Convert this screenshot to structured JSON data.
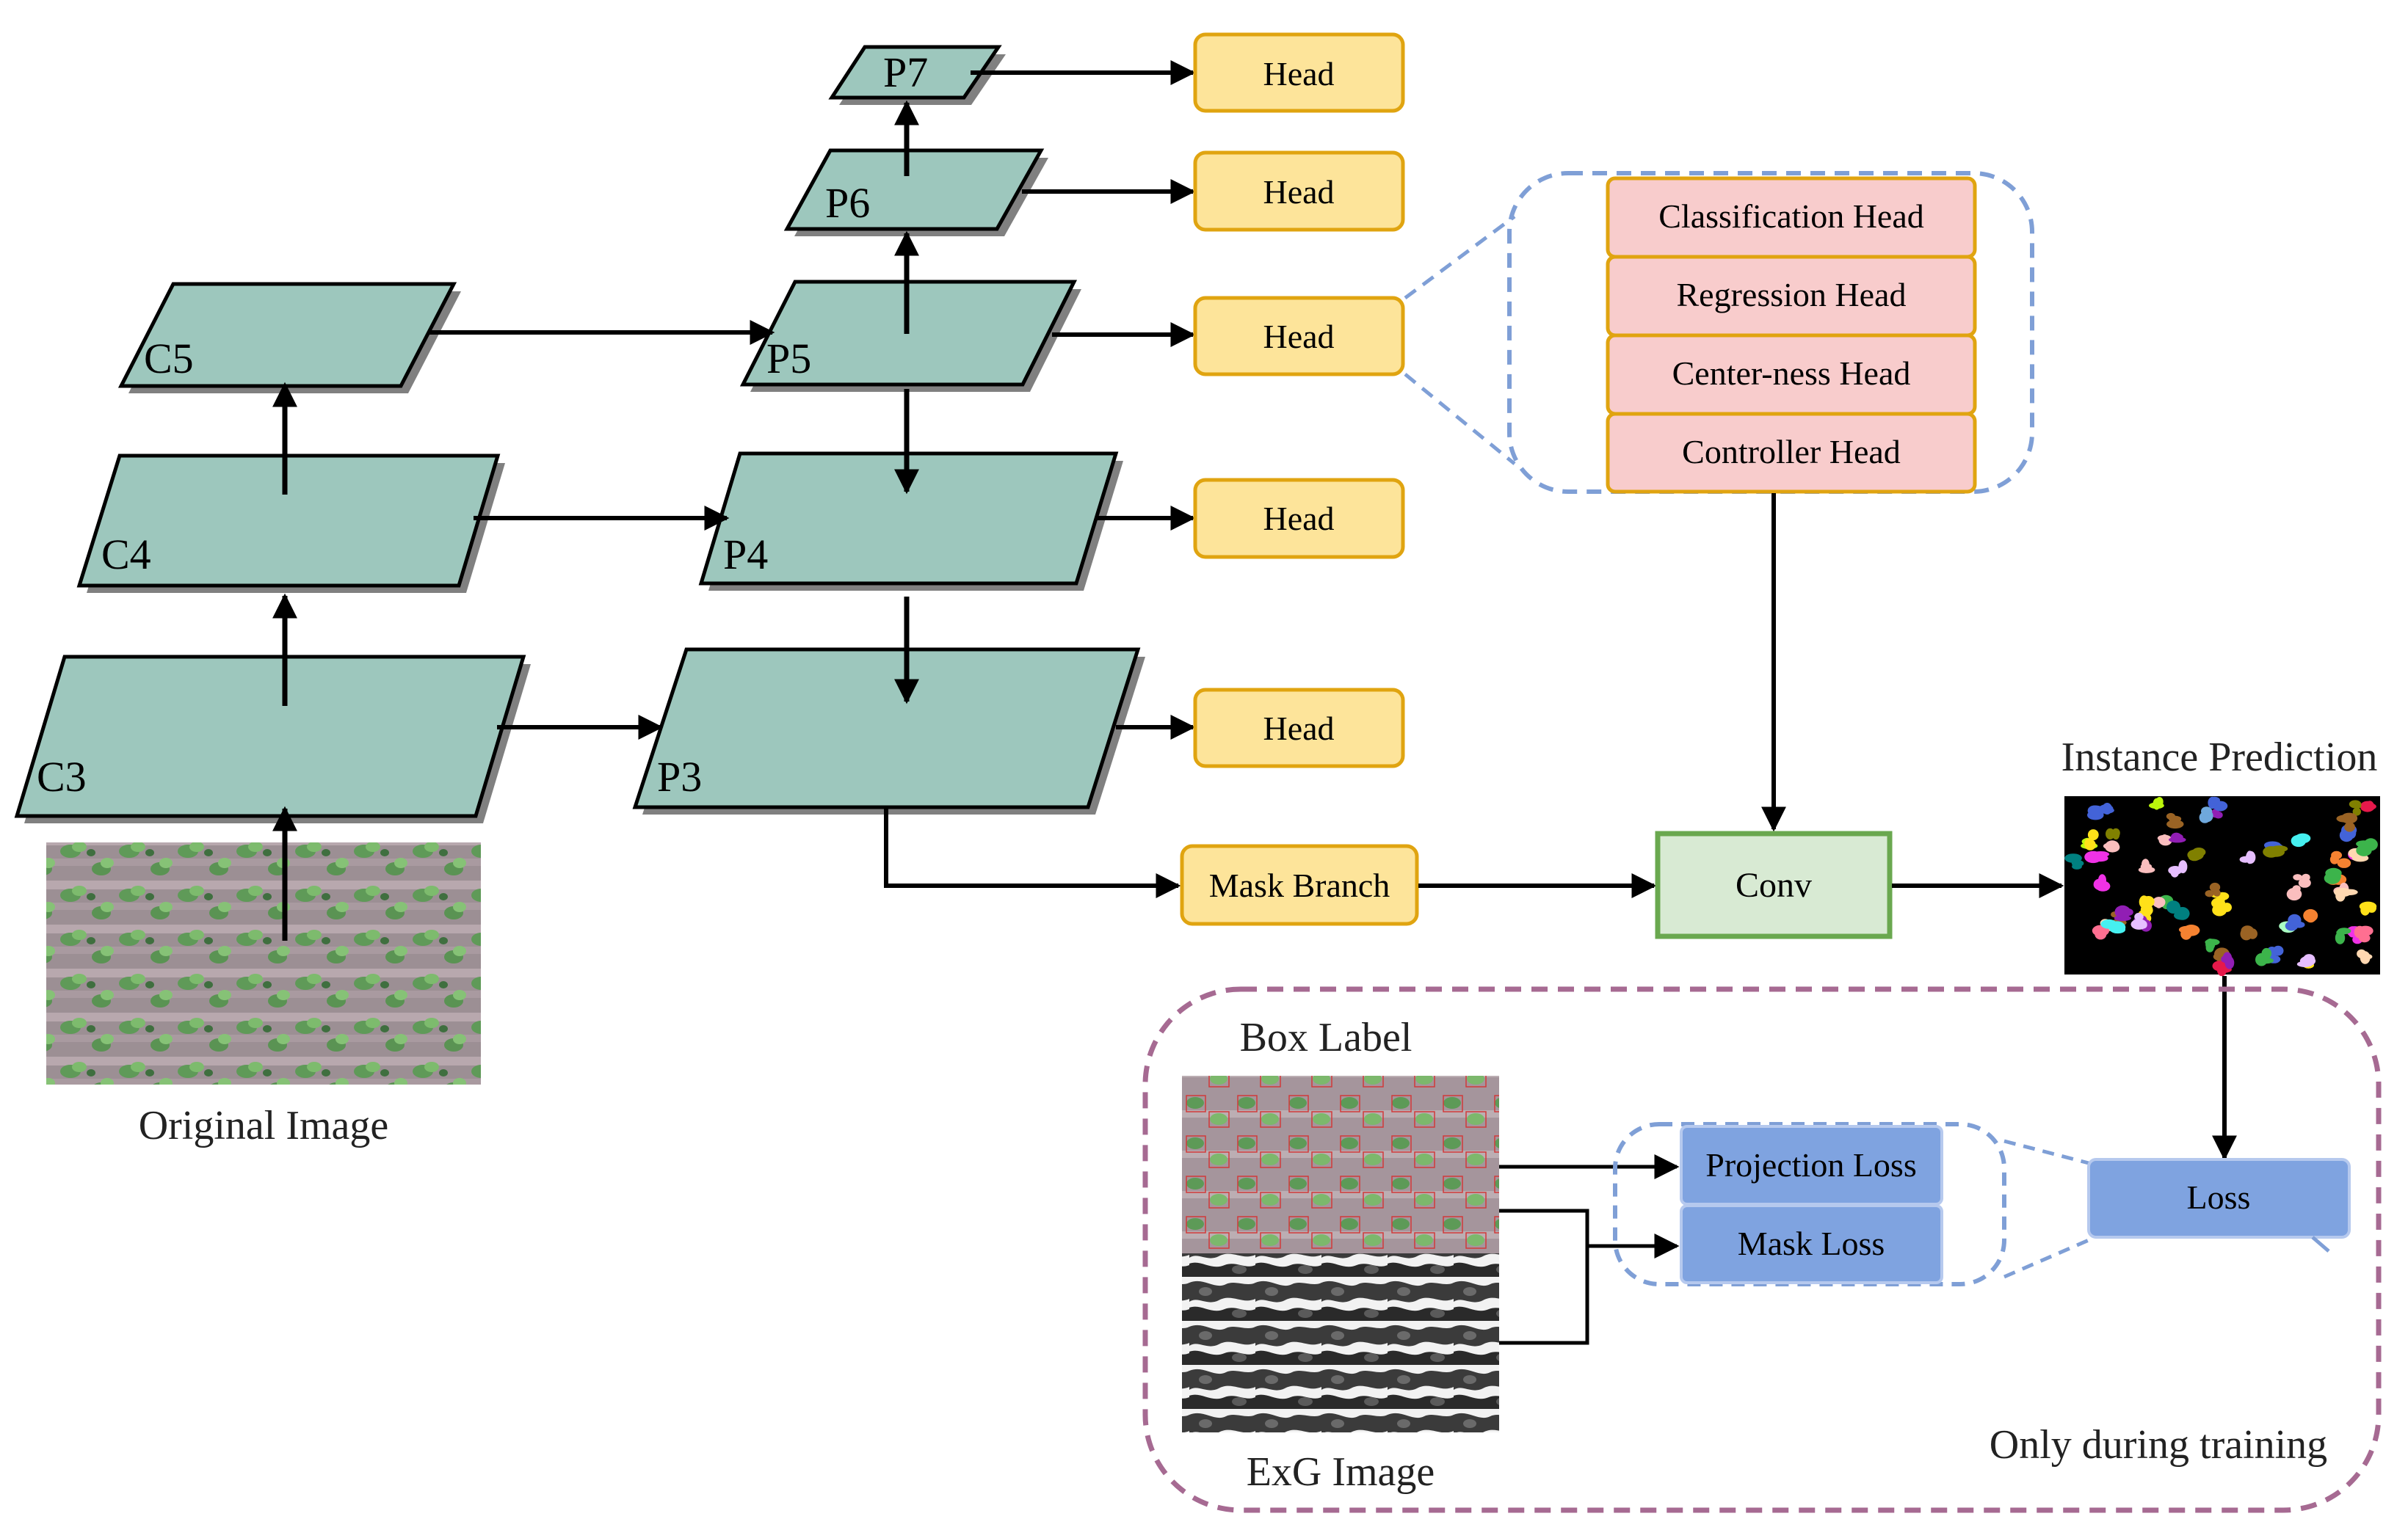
{
  "backbone": {
    "c3": "C3",
    "c4": "C4",
    "c5": "C5"
  },
  "fpn": {
    "p3": "P3",
    "p4": "P4",
    "p5": "P5",
    "p6": "P6",
    "p7": "P7"
  },
  "heads": {
    "head_label": "Head"
  },
  "head_detail": {
    "classification": "Classification Head",
    "regression": "Regression Head",
    "centerness": "Center-ness Head",
    "controller": "Controller Head"
  },
  "mask_branch": "Mask Branch",
  "conv": "Conv",
  "instance_prediction": "Instance Prediction",
  "original_image": "Original Image",
  "training": {
    "box_label": "Box Label",
    "exg_image": "ExG Image",
    "projection_loss": "Projection Loss",
    "mask_loss": "Mask Loss",
    "loss": "Loss",
    "note": "Only during training"
  },
  "colors": {
    "feature_map": "#9dc7bd",
    "head_fill": "#fde49a",
    "head_border": "#e0a410",
    "detail_fill": "#f8cccc",
    "conv_fill": "#d8ead3",
    "conv_border": "#6aa84f",
    "loss_fill": "#7fa3e0",
    "dashed_blue": "#7f9fd6",
    "dashed_purple": "#a66a92"
  }
}
